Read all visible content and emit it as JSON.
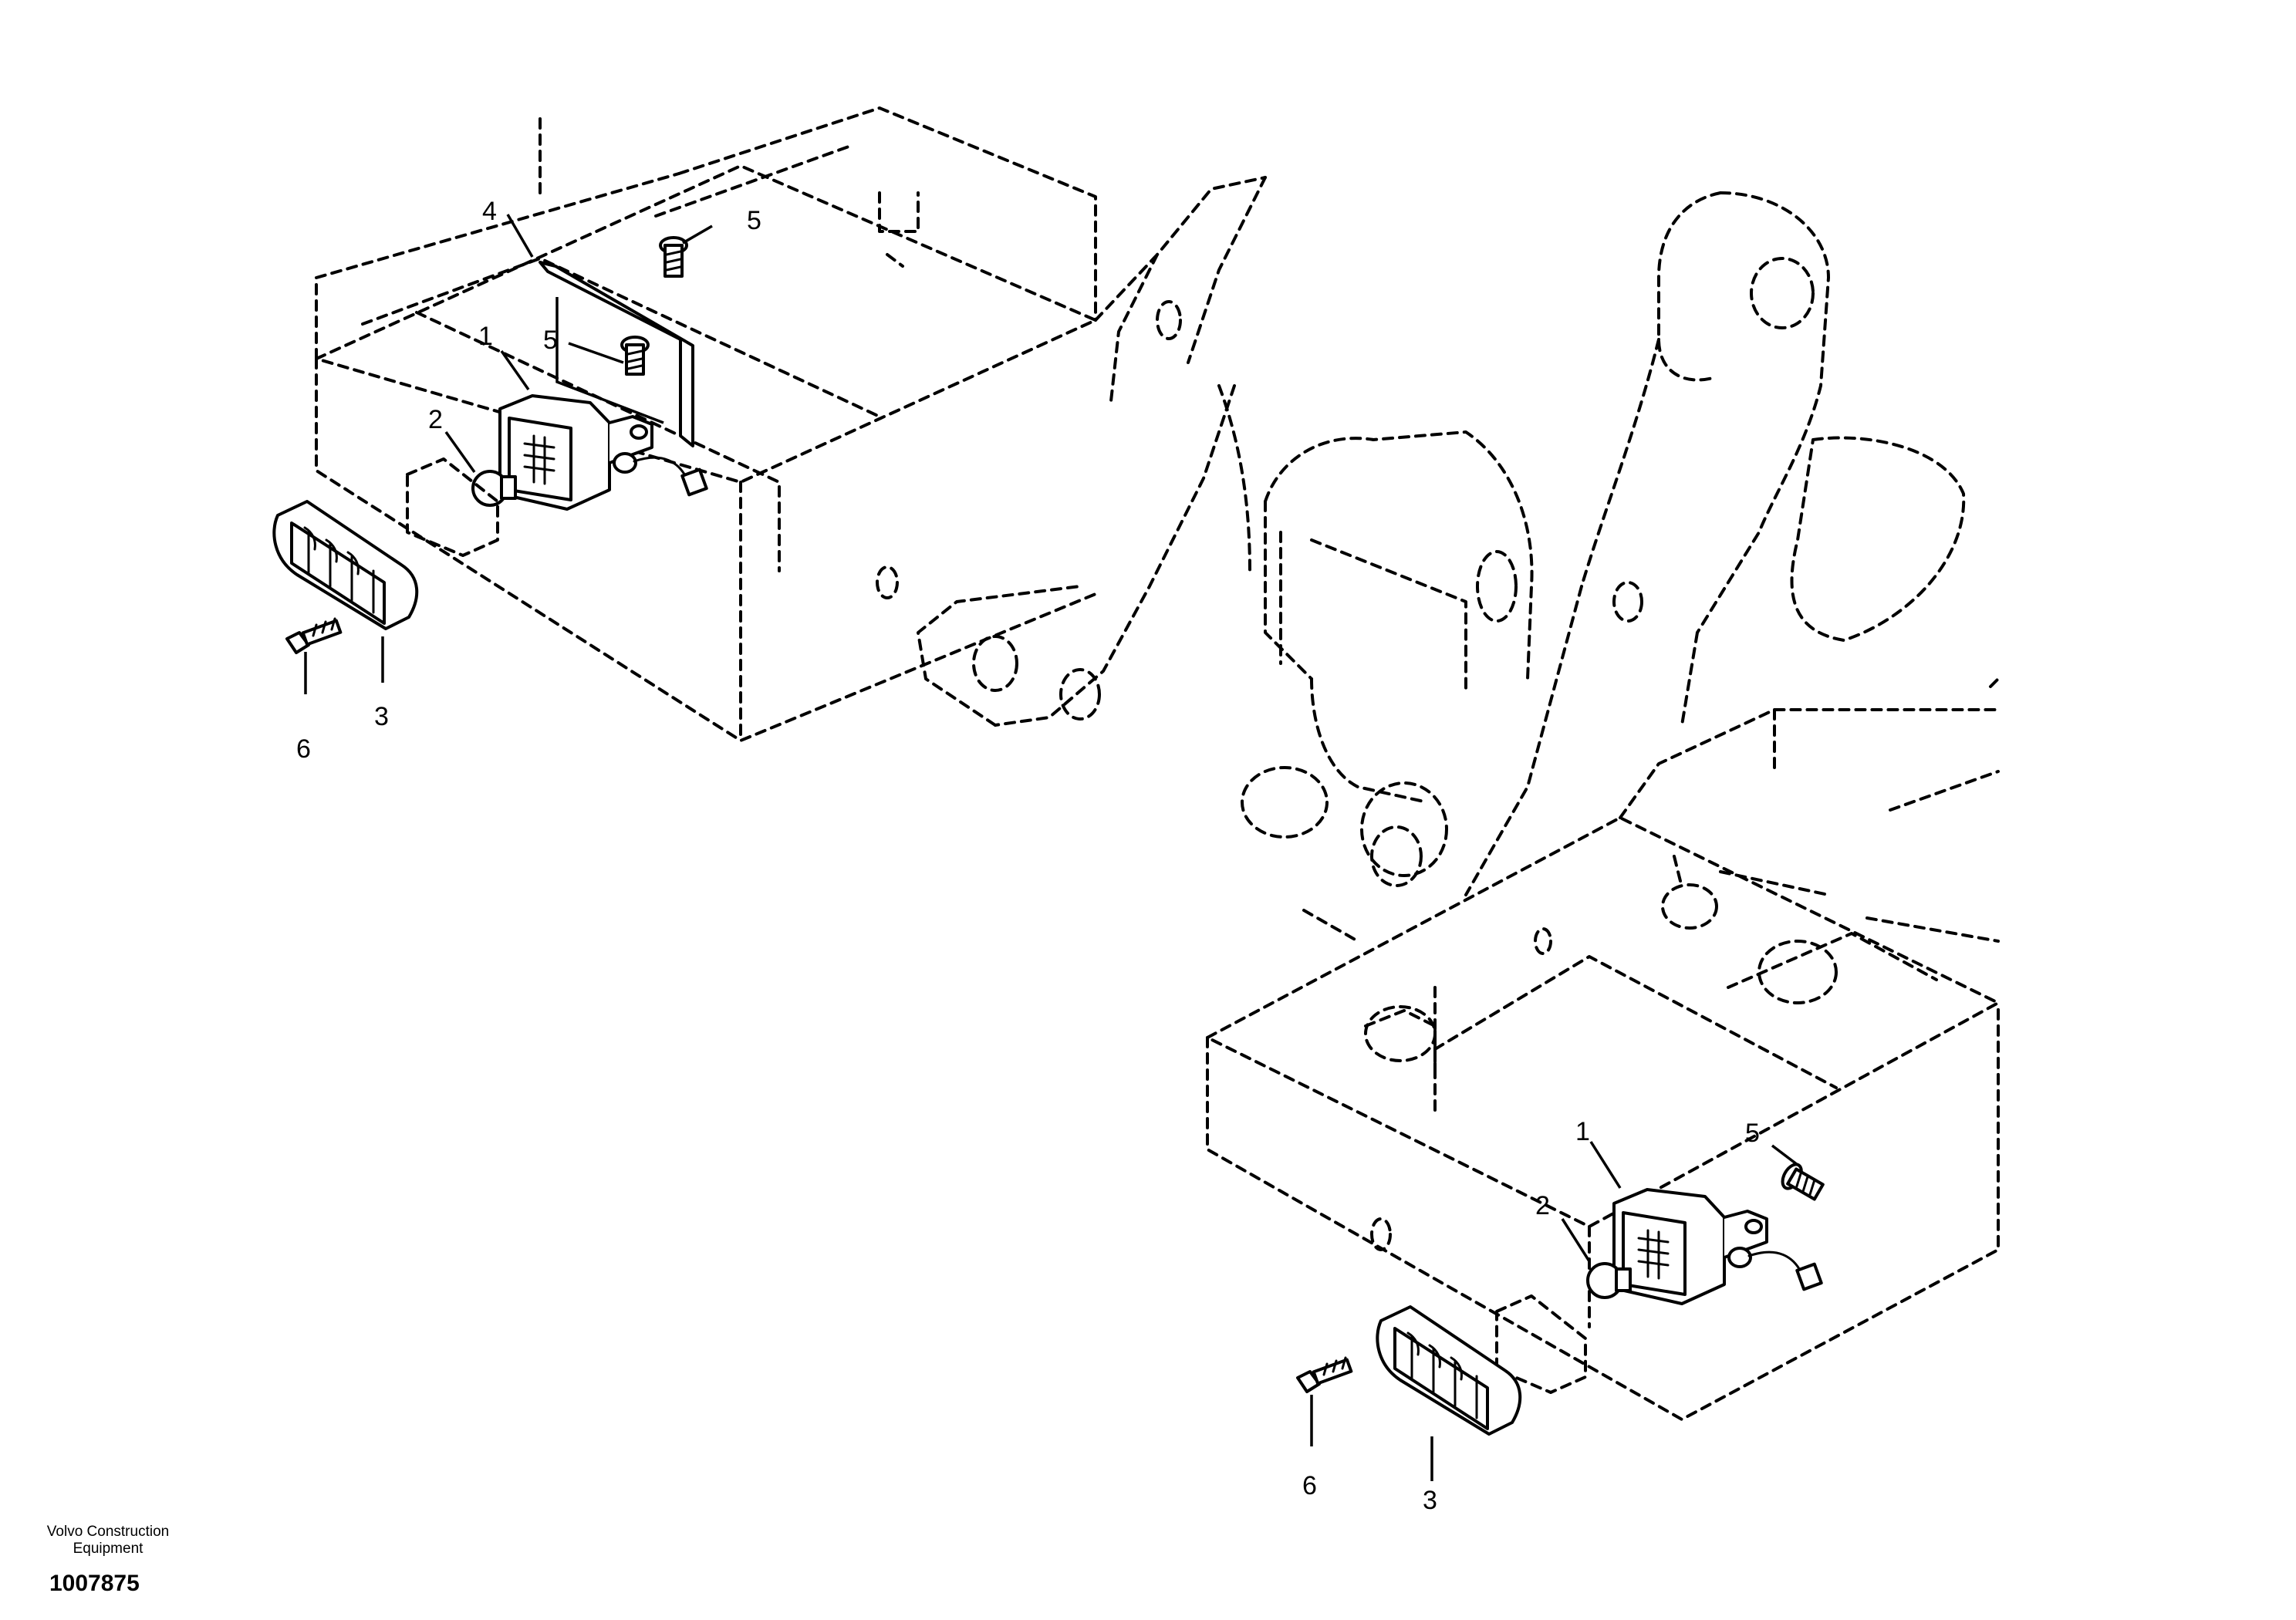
{
  "footer": {
    "brand_line1": "Volvo Construction",
    "brand_line2": "Equipment",
    "reference_number": "1007875"
  },
  "callouts": {
    "upper": {
      "c1": "1",
      "c2": "2",
      "c3": "3",
      "c4": "4",
      "c5a": "5",
      "c5b": "5",
      "c6": "6"
    },
    "lower": {
      "c1": "1",
      "c2": "2",
      "c3": "3",
      "c5": "5",
      "c6": "6"
    }
  }
}
